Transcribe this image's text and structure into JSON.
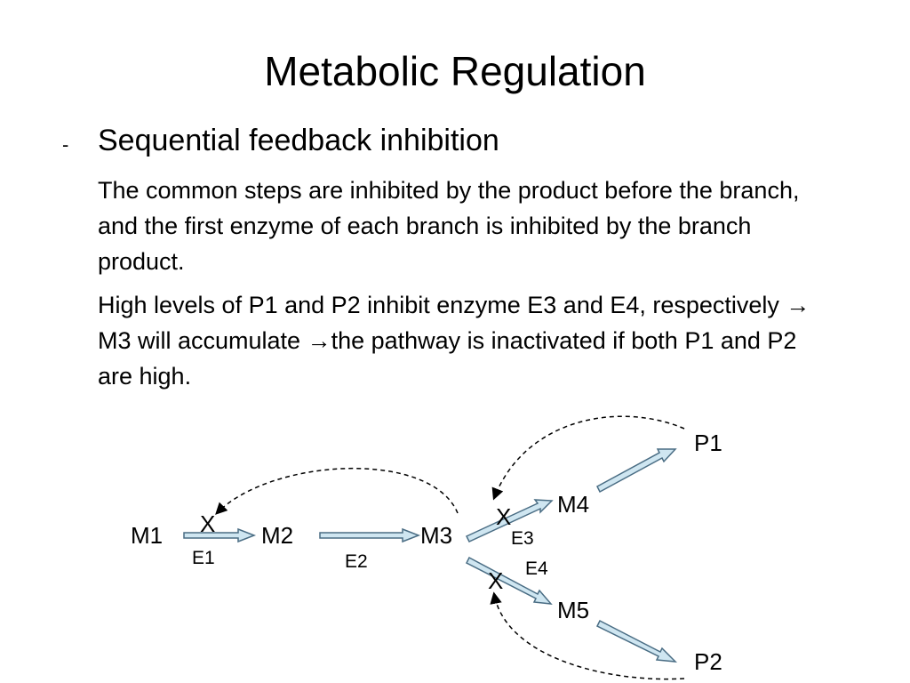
{
  "slide": {
    "title": "Metabolic Regulation",
    "bullet_marker": "-",
    "bullet_heading": "Sequential feedback inhibition",
    "paragraphs": [
      "The common steps are inhibited by the product before the branch, and the first enzyme of each branch is inhibited by the branch product.",
      "High levels of P1 and P2 inhibit enzyme E3 and E4, respectively → M3 will accumulate →the pathway is inactivated if both P1 and P2 are high."
    ]
  },
  "diagram": {
    "metabolites": {
      "m1": "M1",
      "m2": "M2",
      "m3": "M3",
      "m4": "M4",
      "m5": "M5",
      "p1": "P1",
      "p2": "P2"
    },
    "enzymes": {
      "e1": "E1",
      "e2": "E2",
      "e3": "E3",
      "e4": "E4"
    },
    "inhibition_mark": "X",
    "colors": {
      "arrow_fill": "#cfe6f1",
      "arrow_stroke": "#4a6d84",
      "dashed_line": "#000000"
    }
  }
}
